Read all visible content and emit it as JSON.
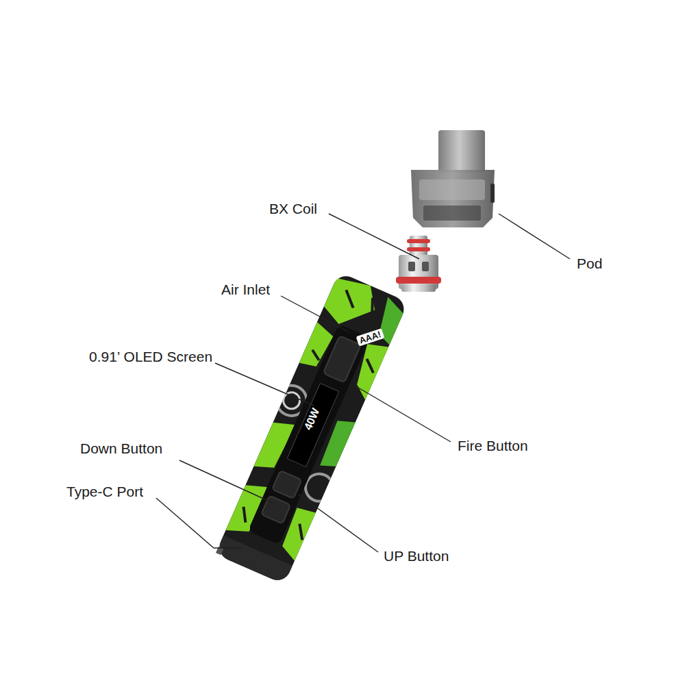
{
  "diagram": {
    "labels": [
      "BX Coil",
      "Pod",
      "Air Inlet",
      "0.91’ OLED Screen",
      "Fire Button",
      "Down Button",
      "Type-C Port",
      "UP Button",
      "40W",
      "AAA!"
    ]
  }
}
